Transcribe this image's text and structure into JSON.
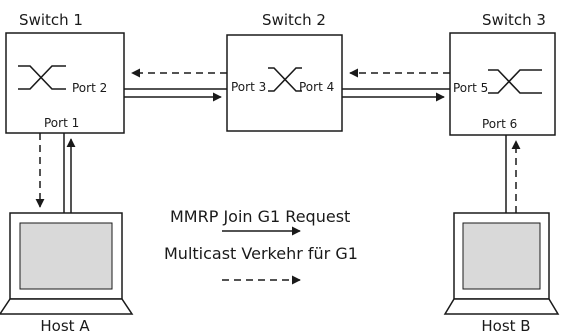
{
  "switches": [
    {
      "label": "Switch 1",
      "ports": [
        "Port 2",
        "Port 1"
      ]
    },
    {
      "label": "Switch 2",
      "ports": [
        "Port 3",
        "Port 4"
      ]
    },
    {
      "label": "Switch 3",
      "ports": [
        "Port 5",
        "Port 6"
      ]
    }
  ],
  "hosts": [
    {
      "label": "Host A"
    },
    {
      "label": "Host B"
    }
  ],
  "legend": {
    "join_request": "MMRP Join G1 Request",
    "multicast_traffic": "Multicast Verkehr für G1"
  },
  "colors": {
    "stroke": "#1a1a1a",
    "screen": "#d9d9d9",
    "background": "#ffffff"
  }
}
